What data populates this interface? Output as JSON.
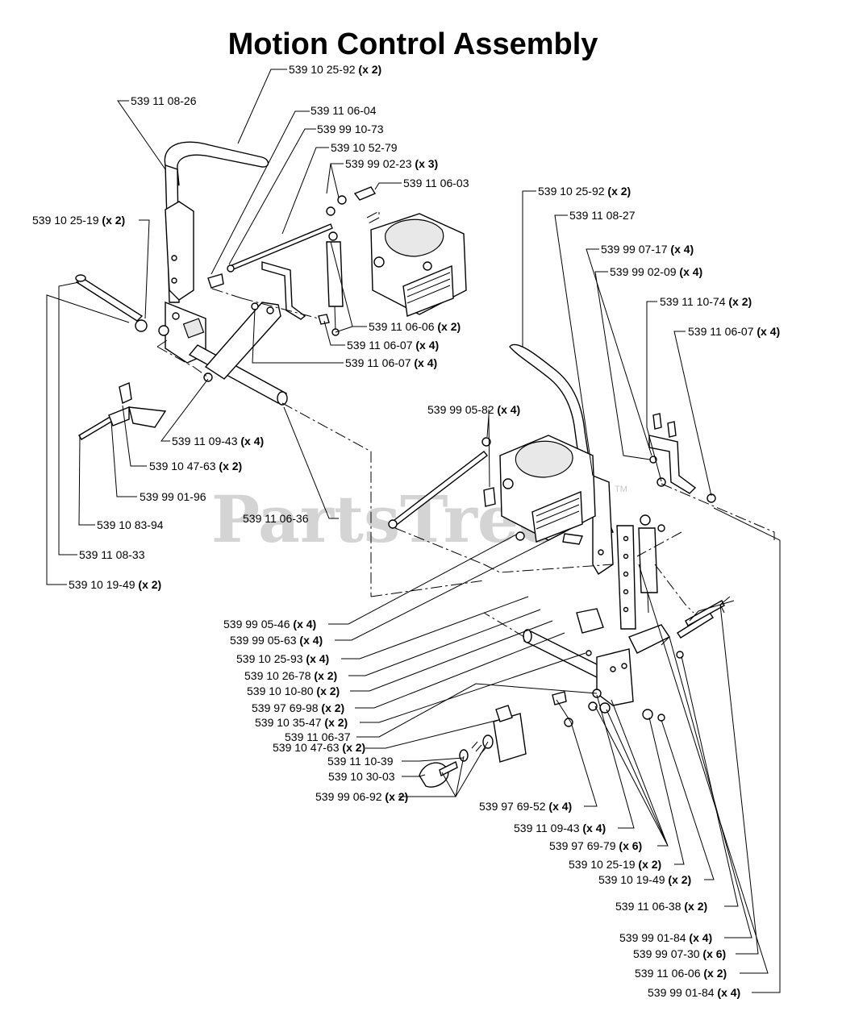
{
  "title": "Motion Control Assembly",
  "watermark": "PartsTree",
  "watermark_tm": "TM",
  "callouts": [
    {
      "num": "539 10 25-92",
      "qty": "(x 2)"
    },
    {
      "num": "539 11 08-26",
      "qty": ""
    },
    {
      "num": "539 11 06-04",
      "qty": ""
    },
    {
      "num": "539 99 10-73",
      "qty": ""
    },
    {
      "num": "539 10 52-79",
      "qty": ""
    },
    {
      "num": "539 99 02-23",
      "qty": "(x 3)"
    },
    {
      "num": "539 11 06-03",
      "qty": ""
    },
    {
      "num": "539 10 25-19",
      "qty": "(x 2)"
    },
    {
      "num": "539 11 06-06",
      "qty": "(x 2)"
    },
    {
      "num": "539 11 06-07",
      "qty": "(x 4)"
    },
    {
      "num": "539 11 06-07",
      "qty": "(x 4)"
    },
    {
      "num": "539 11 09-43",
      "qty": "(x 4)"
    },
    {
      "num": "539 10 47-63",
      "qty": "(x 2)"
    },
    {
      "num": "539 99 01-96",
      "qty": ""
    },
    {
      "num": "539 11 06-36",
      "qty": ""
    },
    {
      "num": "539 10 83-94",
      "qty": ""
    },
    {
      "num": "539 11 08-33",
      "qty": ""
    },
    {
      "num": "539 10 19-49",
      "qty": "(x 2)"
    },
    {
      "num": "539 10 25-92",
      "qty": "(x 2)"
    },
    {
      "num": "539 11 08-27",
      "qty": ""
    },
    {
      "num": "539 99 07-17",
      "qty": "(x 4)"
    },
    {
      "num": "539 99 02-09",
      "qty": "(x 4)"
    },
    {
      "num": "539 11 10-74",
      "qty": "(x 2)"
    },
    {
      "num": "539 11 06-07",
      "qty": "(x 4)"
    },
    {
      "num": "539 99 05-82",
      "qty": "(x 4)"
    },
    {
      "num": "539 99 05-46",
      "qty": "(x 4)"
    },
    {
      "num": "539 99 05-63",
      "qty": "(x 4)"
    },
    {
      "num": "539 10 25-93",
      "qty": "(x 4)"
    },
    {
      "num": "539 10 26-78",
      "qty": "(x 2)"
    },
    {
      "num": "539 10 10-80",
      "qty": "(x 2)"
    },
    {
      "num": "539 97 69-98",
      "qty": "(x 2)"
    },
    {
      "num": "539 10 35-47",
      "qty": "(x 2)"
    },
    {
      "num": "539 11 06-37",
      "qty": ""
    },
    {
      "num": "539 10 47-63",
      "qty": "(x 2)"
    },
    {
      "num": "539 11 10-39",
      "qty": ""
    },
    {
      "num": "539 10 30-03",
      "qty": ""
    },
    {
      "num": "539 99 06-92",
      "qty": "(x 2)"
    },
    {
      "num": "539 97 69-52",
      "qty": "(x 4)"
    },
    {
      "num": "539 11 09-43",
      "qty": "(x 4)"
    },
    {
      "num": "539 97 69-79",
      "qty": "(x 6)"
    },
    {
      "num": "539 10 25-19",
      "qty": "(x 2)"
    },
    {
      "num": "539 10 19-49",
      "qty": "(x 2)"
    },
    {
      "num": "539 11 06-38",
      "qty": "(x 2)"
    },
    {
      "num": "539 99 01-84",
      "qty": "(x 4)"
    },
    {
      "num": "539 99 07-30",
      "qty": "(x 6)"
    },
    {
      "num": "539 11 06-06",
      "qty": "(x 2)"
    },
    {
      "num": "539 99 01-84",
      "qty": "(x 4)"
    }
  ]
}
